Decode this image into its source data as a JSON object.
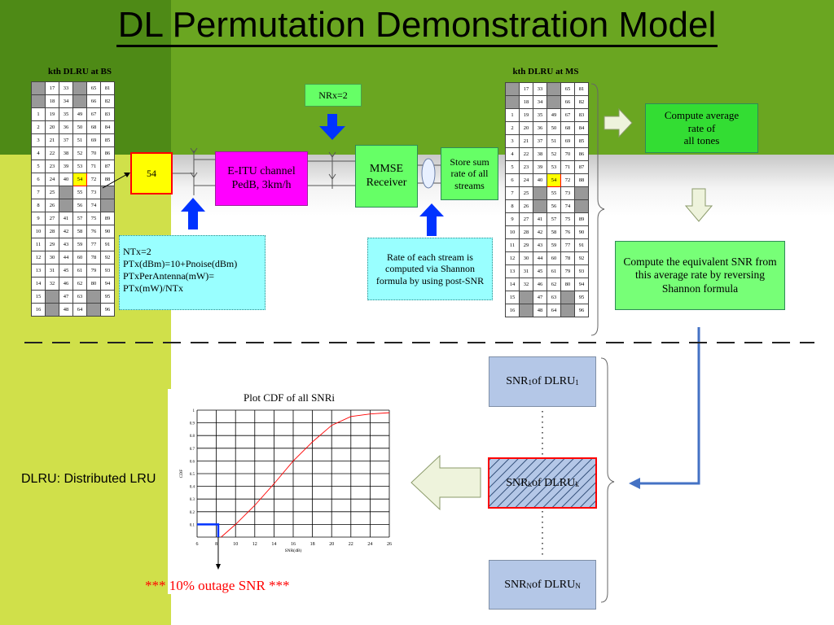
{
  "title": "DL Permutation Demonstration Model",
  "bs_title": "kth DLRU at BS",
  "ms_title": "kth DLRU at MS",
  "grid_rows": [
    [
      "",
      "17",
      "33",
      "",
      "65",
      "81"
    ],
    [
      "",
      "18",
      "34",
      "",
      "66",
      "82"
    ],
    [
      "1",
      "19",
      "35",
      "49",
      "67",
      "83"
    ],
    [
      "2",
      "20",
      "36",
      "50",
      "68",
      "84"
    ],
    [
      "3",
      "21",
      "37",
      "51",
      "69",
      "85"
    ],
    [
      "4",
      "22",
      "38",
      "52",
      "70",
      "86"
    ],
    [
      "5",
      "23",
      "39",
      "53",
      "71",
      "87"
    ],
    [
      "6",
      "24",
      "40",
      "54",
      "72",
      "88"
    ],
    [
      "7",
      "25",
      "",
      "55",
      "73",
      ""
    ],
    [
      "8",
      "26",
      "",
      "56",
      "74",
      ""
    ],
    [
      "9",
      "27",
      "41",
      "57",
      "75",
      "89"
    ],
    [
      "10",
      "28",
      "42",
      "58",
      "76",
      "90"
    ],
    [
      "11",
      "29",
      "43",
      "59",
      "77",
      "91"
    ],
    [
      "12",
      "30",
      "44",
      "60",
      "78",
      "92"
    ],
    [
      "13",
      "31",
      "45",
      "61",
      "79",
      "93"
    ],
    [
      "14",
      "32",
      "46",
      "62",
      "80",
      "94"
    ],
    [
      "15",
      "",
      "47",
      "63",
      "",
      "95"
    ],
    [
      "16",
      "",
      "48",
      "64",
      "",
      "96"
    ]
  ],
  "highlight_value": "54",
  "selected_tone": "54",
  "nrx": "NRx=2",
  "channel": "E-ITU channel PedB, 3km/h",
  "receiver": "MMSE Receiver",
  "store": "Store sum rate of all streams",
  "tx_note": [
    "NTx=2",
    "PTx(dBm)=10+Pnoise(dBm)",
    "PTxPerAntenna(mW)=",
    "PTx(mW)/NTx"
  ],
  "rate_note": "Rate of each stream is computed via Shannon formula by using post-SNR",
  "compute_avg": [
    "Compute average",
    "rate of",
    "all tones"
  ],
  "compute_snr": "Compute the equivalent SNR from this average rate by reversing Shannon formula",
  "snr_items": [
    {
      "main": "SNR",
      "sub1": "1",
      "mid": " of DLRU",
      "sub2": "1"
    },
    {
      "main": "SNR",
      "sub1": "k",
      "mid": " of DLRU",
      "sub2": "k"
    },
    {
      "main": "SNR",
      "sub1": "N",
      "mid": " of DLRU",
      "sub2": "N"
    }
  ],
  "dlru_legend": "DLRU: Distributed LRU",
  "plot_title": "Plot CDF of all SNRi",
  "outage": "*** 10% outage SNR ***",
  "colors": {
    "green_dark": "#5f9a1f",
    "green_light": "#d2e24a",
    "magenta": "#ff00ff",
    "box_green": "#66ff66",
    "note_cyan": "#99ffff",
    "arrow_blue": "#0033ff",
    "outage_red": "#ff0000"
  },
  "chart_data": {
    "type": "line",
    "title": "Plot CDF of all SNRi",
    "xlabel": "SNR(dB)",
    "ylabel": "CDF",
    "xlim": [
      6,
      26
    ],
    "ylim": [
      0,
      1
    ],
    "xticks": [
      "6",
      "8",
      "10",
      "12",
      "14",
      "16",
      "18",
      "20",
      "22",
      "24",
      "26"
    ],
    "yticks": [
      "0.1",
      "0.2",
      "0.3",
      "0.4",
      "0.5",
      "0.6",
      "0.7",
      "0.8",
      "0.9",
      "1"
    ],
    "series": [
      {
        "values": [
          [
            8.5,
            0.0
          ],
          [
            10.0,
            0.1
          ],
          [
            12.0,
            0.25
          ],
          [
            14.0,
            0.42
          ],
          [
            16.0,
            0.6
          ],
          [
            18.0,
            0.75
          ],
          [
            20.0,
            0.88
          ],
          [
            22.0,
            0.95
          ],
          [
            24.0,
            0.97
          ],
          [
            26.0,
            0.98
          ]
        ]
      }
    ],
    "outage_x": 8.2,
    "outage_y": 0.1,
    "grid": true
  }
}
